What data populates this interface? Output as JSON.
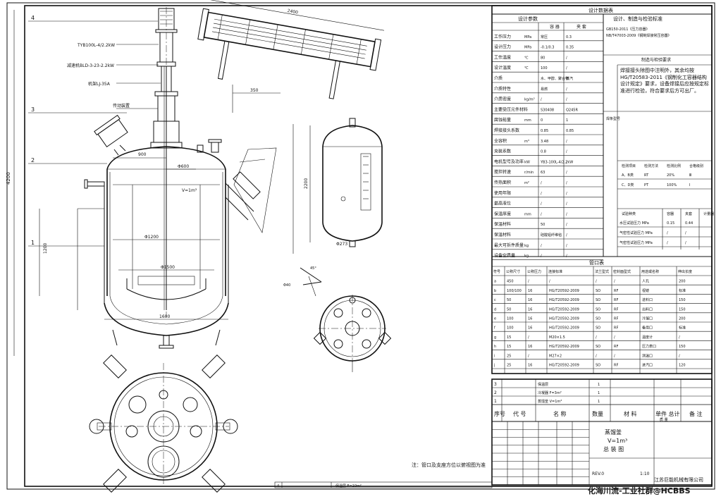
{
  "drawing": {
    "title_design": "设计数据表",
    "title_params": "设计参数",
    "title_standard": "设计、制造与检验标准",
    "col_item": "容 器",
    "col_jacket": "夹 套",
    "params": [
      {
        "name": "工作压力",
        "unit": "MPa",
        "vessel": "常压",
        "jacket": "0.3"
      },
      {
        "name": "设计压力",
        "unit": "MPa",
        "vessel": "-0.1/0.3",
        "jacket": "0.35"
      },
      {
        "name": "工作温度",
        "unit": "℃",
        "vessel": "80",
        "jacket": "/"
      },
      {
        "name": "设计温度",
        "unit": "℃",
        "vessel": "100",
        "jacket": "/"
      },
      {
        "name": "介质",
        "unit": "",
        "vessel": "水、甲醇、聚合物",
        "jacket": "蒸汽"
      },
      {
        "name": "介质特性",
        "unit": "",
        "vessel": "易燃",
        "jacket": "/"
      },
      {
        "name": "介质密度",
        "unit": "kg/m³",
        "vessel": "/",
        "jacket": "/"
      },
      {
        "name": "主要受压元件材料",
        "unit": "",
        "vessel": "S30408",
        "jacket": "Q245R"
      },
      {
        "name": "腐蚀裕量",
        "unit": "mm",
        "vessel": "0",
        "jacket": "1"
      },
      {
        "name": "焊接接头系数",
        "unit": "",
        "vessel": "0.85",
        "jacket": "0.85"
      },
      {
        "name": "全容积",
        "unit": "m³",
        "vessel": "3.48",
        "jacket": "/"
      },
      {
        "name": "充装系数",
        "unit": "",
        "vessel": "0.8",
        "jacket": "/"
      },
      {
        "name": "电机型号及功率",
        "unit": "kW",
        "vessel": "YB3-100L-4/2.2kW",
        "jacket": "/"
      },
      {
        "name": "搅拌转速",
        "unit": "r/min",
        "vessel": "63",
        "jacket": "/"
      },
      {
        "name": "传热面积",
        "unit": "m²",
        "vessel": "/",
        "jacket": "/"
      },
      {
        "name": "使用年限",
        "unit": "",
        "vessel": "/",
        "jacket": "/"
      },
      {
        "name": "最高液位",
        "unit": "",
        "vessel": "/",
        "jacket": "/"
      },
      {
        "name": "保温厚度",
        "unit": "mm",
        "vessel": "/",
        "jacket": "/"
      },
      {
        "name": "保温材料",
        "unit": "",
        "vessel": "50",
        "jacket": "/"
      },
      {
        "name": "保温材料",
        "unit": "",
        "vessel": "硅酸铝纤维毡",
        "jacket": "/"
      },
      {
        "name": "最大可拆件质量",
        "unit": "kg",
        "vessel": "/",
        "jacket": "/"
      },
      {
        "name": "设备空质量",
        "unit": "kg",
        "vessel": "/",
        "jacket": "/"
      }
    ],
    "standards_text": "GB150-2011《压力容器》\nNB/T47003-2009《钢制焊接常压容器》",
    "weld_title": "制造与检验要求",
    "weld_text": "焊接接头除图中注明外，其余均按HG/T20583-2011《钢制化工容器结构设计规定》要求，设备焊接后应按规定标准进行检验，符合要求后方可出厂。",
    "inspection_header": [
      "检测项目",
      "检测方法",
      "检测比例",
      "合格级别"
    ],
    "inspection_rows": [
      {
        "part": "A、B类",
        "method": "RT",
        "ratio": "20%",
        "level": "Ⅲ"
      },
      {
        "part": "C、D类",
        "method": "PT",
        "ratio": "100%",
        "level": "Ⅰ"
      }
    ],
    "test_header": [
      "试验种类",
      "容器",
      "夹套",
      "计量器"
    ],
    "test_rows": [
      {
        "name": "水压试验压力 MPa",
        "vessel": "0.15",
        "jacket": "0.44"
      },
      {
        "name": "气密性试验压力 MPa",
        "vessel": "/",
        "jacket": "/"
      },
      {
        "name": "气密性试验压力 MPa",
        "vessel": "/",
        "jacket": "/"
      }
    ],
    "nozzle_title": "管口表",
    "nozzle_header": [
      "符号",
      "公称尺寸",
      "公称压力",
      "连接标准",
      "法兰型式",
      "密封面型式",
      "用途或名称",
      "伸出长度"
    ],
    "nozzles": [
      {
        "sym": "a",
        "dn": "450",
        "pn": "/",
        "std": "/",
        "flange": "/",
        "face": "/",
        "use": "人孔",
        "len": "200"
      },
      {
        "sym": "b",
        "dn": "100/100",
        "pn": "16",
        "std": "HG/T20592-2009",
        "flange": "SO",
        "face": "RF",
        "use": "视镜",
        "len": "标准"
      },
      {
        "sym": "c",
        "dn": "50",
        "pn": "16",
        "std": "HG/T20592-2009",
        "flange": "SO",
        "face": "RF",
        "use": "进料口",
        "len": "150"
      },
      {
        "sym": "d",
        "dn": "50",
        "pn": "16",
        "std": "HG/T20592-2009",
        "flange": "SO",
        "face": "RF",
        "use": "出料口",
        "len": "150"
      },
      {
        "sym": "e",
        "dn": "100",
        "pn": "16",
        "std": "HG/T20592-2009",
        "flange": "SO",
        "face": "RF",
        "use": "冷凝口",
        "len": "200"
      },
      {
        "sym": "f",
        "dn": "100",
        "pn": "16",
        "std": "HG/T20592-2009",
        "flange": "SO",
        "face": "RF",
        "use": "备用口",
        "len": "标准"
      },
      {
        "sym": "g",
        "dn": "15",
        "pn": "/",
        "std": "M20×1.5",
        "flange": "/",
        "face": "/",
        "use": "温度计",
        "len": "/"
      },
      {
        "sym": "h",
        "dn": "15",
        "pn": "16",
        "std": "HG/T20592-2009",
        "flange": "SO",
        "face": "RF",
        "use": "压力表口",
        "len": "150"
      },
      {
        "sym": "i",
        "dn": "25",
        "pn": "/",
        "std": "M27×2",
        "flange": "/",
        "face": "/",
        "use": "测温口",
        "len": "/"
      },
      {
        "sym": "j",
        "dn": "25",
        "pn": "16",
        "std": "HG/T20592-2009",
        "flange": "SO",
        "face": "RF",
        "use": "进汽口",
        "len": "120"
      }
    ],
    "bom_rows": [
      {
        "no": "3",
        "code": "",
        "name": "保温层",
        "qty": "1",
        "material": "",
        "note": ""
      },
      {
        "no": "2",
        "code": "",
        "name": "冷凝器 F=3m²",
        "qty": "1",
        "material": "",
        "note": ""
      },
      {
        "no": "1",
        "code": "",
        "name": "蒸馏釜 V=1m³",
        "qty": "1",
        "material": "",
        "note": ""
      }
    ],
    "bom_header": {
      "no": "序号",
      "code": "代 号",
      "name": "名 称",
      "qty": "数量",
      "material": "材 料",
      "weight": "单件 总计",
      "weight_unit": "质 量",
      "note": "备 注"
    },
    "title_block": {
      "name1": "蒸馏釜",
      "name2": "V=1m³",
      "name3": "总 装 图",
      "company": "江苏巨能机械有限公司",
      "rev": "REV.0",
      "scale": "1:10"
    },
    "note_text": "注：管口及支座方位以俯视图为准",
    "leaders": [
      "TYB100L-4/2.2kW",
      "减速机BLD-3-23-2.2kW",
      "机架LJ-35A",
      "传动装置"
    ],
    "callouts": [
      "4",
      "3",
      "2",
      "1"
    ],
    "dims": {
      "height": "4200",
      "d1": "Φ1200",
      "d2": "Φ1500",
      "d3": "1600",
      "d4": "Φ600",
      "cond_len": "2400",
      "d5": "900",
      "v": "V=1m³",
      "cond_d": "Φ273",
      "cond_h": "2200",
      "angle": "45°",
      "len_h": "1200",
      "small_d": "Φ40",
      "len2": "350"
    },
    "bottom_strip": {
      "num": "4",
      "text": "保温层 F=10m²"
    },
    "watermark": "化海川流-工业社群@HCBBS"
  }
}
